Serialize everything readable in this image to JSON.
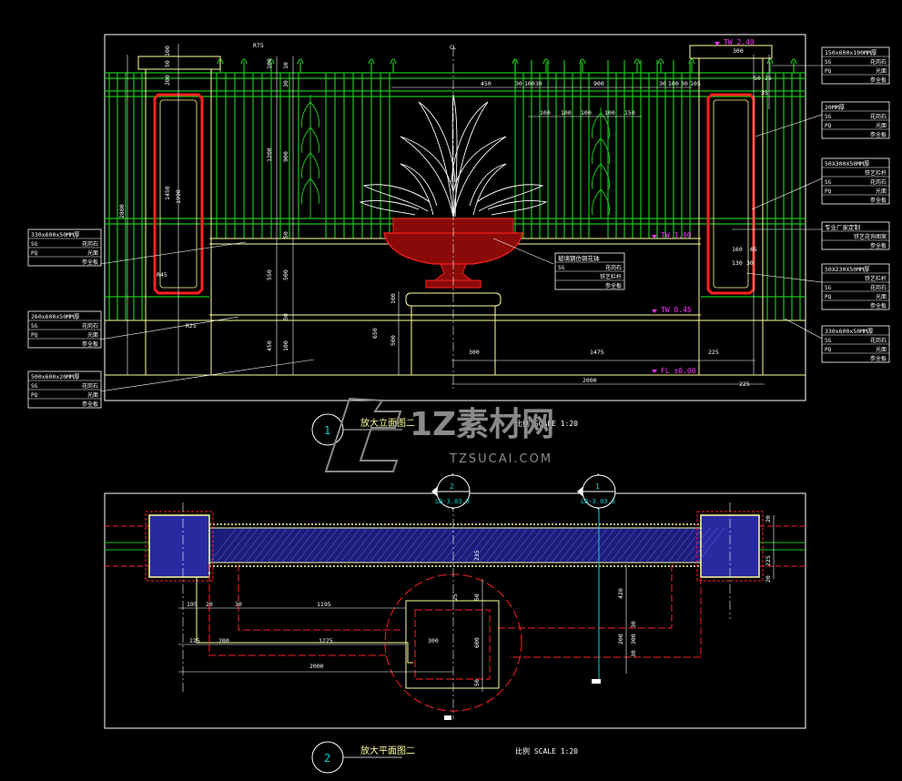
{
  "colors": {
    "background": "#000000",
    "frame": "#ffffff",
    "railing": "#19c419",
    "pillar": "#ffff99",
    "accent_red": "#ff2020",
    "magenta": "#ff33ff",
    "dimension": "#ffffff",
    "blue_fill": "#2a2aa0",
    "watermark": "#8a8a8a"
  },
  "elevation": {
    "tag_number": "1",
    "title": "放大立面图二",
    "scale": "比例 SCALE 1:20",
    "cl_label": "CL",
    "levels": [
      {
        "text": "TW 2.40"
      },
      {
        "text": "TW 1.00"
      },
      {
        "text": "TW 0.45"
      },
      {
        "text": "FL ±0.00"
      }
    ],
    "dims_top": [
      "450",
      "30",
      "100",
      "30",
      "900",
      "30",
      "100",
      "30",
      "105"
    ],
    "dims_inner": [
      "100",
      "100",
      "100",
      "100",
      "150"
    ],
    "dims_left_vertical": [
      "50",
      "100",
      "200",
      "1450",
      "1990",
      "2800"
    ],
    "dims_mid_vertical": [
      "100",
      "10",
      "30",
      "1200",
      "900",
      "50",
      "550",
      "500",
      "50",
      "450",
      "100"
    ],
    "dims_center_vertical": [
      "100",
      "650",
      "500"
    ],
    "dims_bottom": [
      "300",
      "1475",
      "225",
      "2000",
      "225"
    ],
    "dims_right": [
      "300",
      "25",
      "50",
      "35",
      "160",
      "65",
      "130",
      "30"
    ],
    "dims_small": [
      "R75",
      "R45",
      "R25"
    ],
    "callouts_left": [
      {
        "title": "330x600x50MM厚",
        "rows": [
          [
            "SG",
            "花岗石"
          ],
          [
            "PQ",
            "光面"
          ],
          [
            "",
            "参全板"
          ]
        ]
      },
      {
        "title": "260x600x50MM厚",
        "rows": [
          [
            "SG",
            "花岗石"
          ],
          [
            "PQ",
            "光面"
          ],
          [
            "",
            "参全板"
          ]
        ]
      },
      {
        "title": "500x600x20MM厚",
        "rows": [
          [
            "SG",
            "花岗石"
          ],
          [
            "PQ",
            "光面"
          ],
          [
            "",
            "参全板"
          ]
        ]
      }
    ],
    "callouts_right": [
      {
        "title": "150x600x100MM厚",
        "rows": [
          [
            "SG",
            "花岗石"
          ],
          [
            "PQ",
            "光面"
          ],
          [
            "",
            "参全板"
          ]
        ]
      },
      {
        "title": "20MM厚",
        "rows": [
          [
            "SG",
            "花岗石"
          ],
          [
            "PQ",
            "光面"
          ],
          [
            "",
            "参全板"
          ]
        ]
      },
      {
        "title": "50X300X50MM厚",
        "rows": [
          [
            "",
            "铁艺栏杆"
          ],
          [
            "SG",
            "花岗石"
          ],
          [
            "PQ",
            "光面"
          ],
          [
            "",
            "参全板"
          ]
        ]
      },
      {
        "title": "专业厂家定制",
        "rows": [
          [
            "",
            "铁艺花饰图案"
          ],
          [
            "",
            "参全板"
          ]
        ]
      },
      {
        "title": "50X230X50MM厚",
        "rows": [
          [
            "",
            "铁艺栏杆"
          ],
          [
            "SG",
            "花岗石"
          ],
          [
            "PQ",
            "光面"
          ],
          [
            "",
            "参全板"
          ]
        ]
      },
      {
        "title": "330x600x50MM厚",
        "rows": [
          [
            "SG",
            "花岗石"
          ],
          [
            "PQ",
            "光面"
          ],
          [
            "",
            "参全板"
          ]
        ]
      }
    ],
    "planter_callout": {
      "title": "玻璃钢仿铜花钵",
      "rows": [
        [
          "SG",
          "花岗石"
        ],
        [
          "",
          "铁艺栏杆"
        ],
        [
          "",
          "参全板"
        ]
      ]
    }
  },
  "plan": {
    "tag_number": "2",
    "title": "放大平面图二",
    "scale": "比例 SCALE 1:20",
    "section_markers": [
      {
        "number": "2",
        "ref": "LD-3.03.3"
      },
      {
        "number": "1",
        "ref": "LD-3.03.3"
      }
    ],
    "dims_left": [
      "195",
      "20",
      "30",
      "1195",
      "225",
      "200",
      "1275",
      "2000"
    ],
    "dims_center": [
      "300",
      "50",
      "50",
      "600"
    ],
    "dims_right": [
      "420",
      "30",
      "30",
      "200",
      "300",
      "225",
      "20",
      "20"
    ],
    "dims_wall": [
      "25",
      "235"
    ]
  },
  "watermark": {
    "brand": "1Z素材网",
    "url": "TZSUCAI.COM"
  }
}
